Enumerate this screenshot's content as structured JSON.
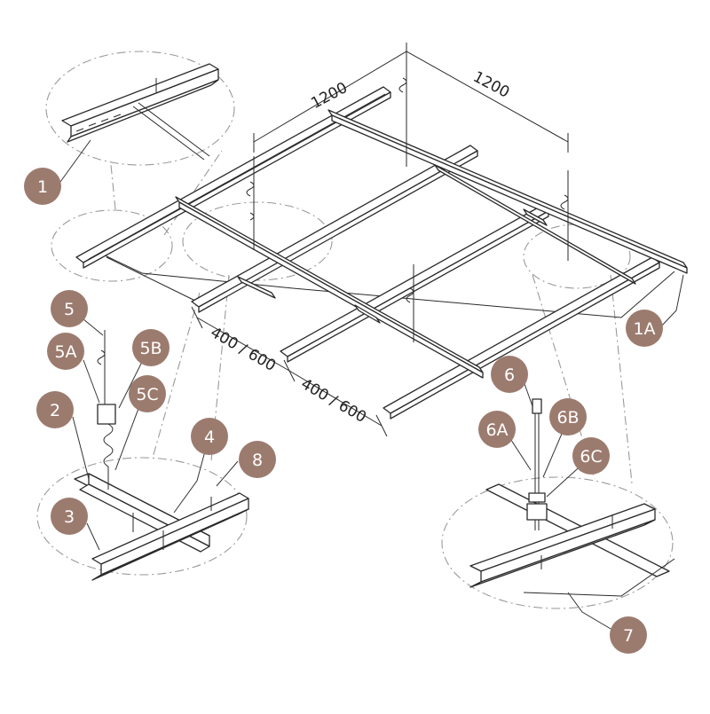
{
  "colors": {
    "badge_fill": "#9c7b6f",
    "badge_text": "#ffffff",
    "line": "#2a2a2a",
    "dash": "#9a9a9a"
  },
  "dimensions": {
    "top_left": "1200",
    "top_right": "1200",
    "bottom_first": "400 / 600",
    "bottom_second": "400 / 600"
  },
  "callouts": [
    "1",
    "1A",
    "2",
    "3",
    "4",
    "5",
    "5A",
    "5B",
    "5C",
    "6",
    "6A",
    "6B",
    "6C",
    "7",
    "8"
  ]
}
